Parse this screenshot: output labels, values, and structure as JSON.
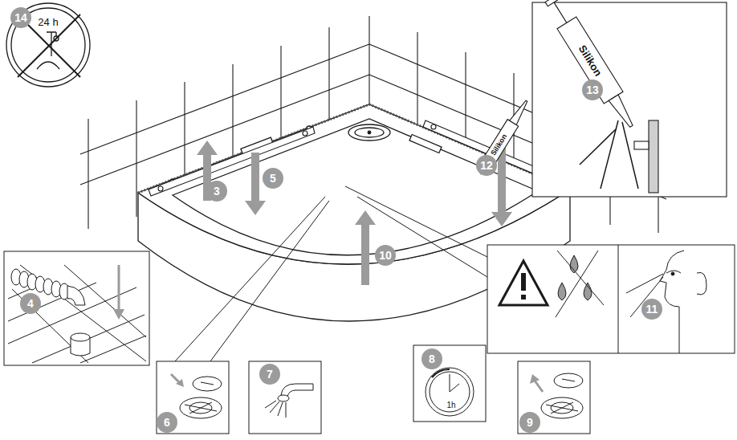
{
  "diagram": {
    "labels": [
      "14",
      "24 h",
      "13",
      "Silikon",
      "3",
      "5",
      "12",
      "Silikon",
      "10",
      "4",
      "11",
      "7",
      "8",
      "1h",
      "6",
      "9"
    ]
  }
}
